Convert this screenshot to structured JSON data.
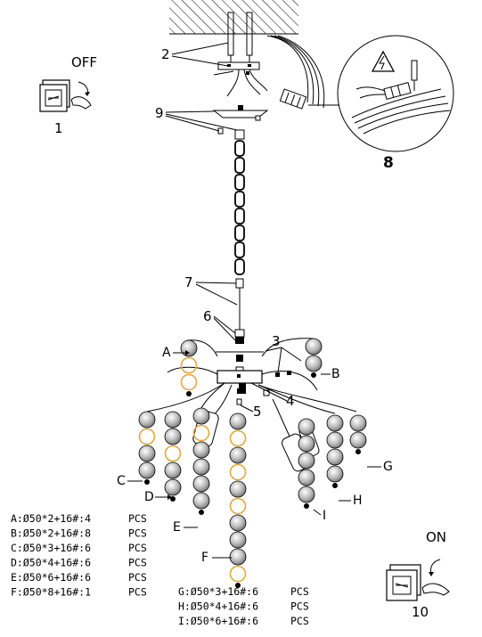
{
  "labels": {
    "off": "OFF",
    "on": "ON",
    "step1": "1",
    "step10": "10",
    "step8": "8",
    "n2": "2",
    "n9": "9",
    "n7": "7",
    "n6": "6",
    "n3": "3",
    "n4": "4",
    "n5": "5",
    "A": "A",
    "B": "B",
    "C": "C",
    "D": "D",
    "E": "E",
    "F": "F",
    "G": "G",
    "H": "H",
    "I": "I"
  },
  "specs_left": [
    {
      "text": "A:Ø50*2+16#:4",
      "unit": "PCS"
    },
    {
      "text": "B:Ø50*2+16#:8",
      "unit": "PCS"
    },
    {
      "text": "C:Ø50*3+16#:6",
      "unit": "PCS"
    },
    {
      "text": "D:Ø50*4+16#:6",
      "unit": "PCS"
    },
    {
      "text": "E:Ø50*6+16#:6",
      "unit": "PCS"
    },
    {
      "text": "F:Ø50*8+16#:1",
      "unit": "PCS"
    }
  ],
  "specs_right": [
    {
      "text": "G:Ø50*3+16#:6",
      "unit": "PCS"
    },
    {
      "text": "H:Ø50*4+16#:6",
      "unit": "PCS"
    },
    {
      "text": "I:Ø50*6+16#:6",
      "unit": "PCS"
    }
  ],
  "colors": {
    "line": "#000000",
    "ring": "#e3a93a",
    "crystal": "#9a9a9a"
  },
  "icons": [
    "wall-switch-off-icon",
    "wall-switch-on-icon",
    "electric-warning-icon",
    "screwdriver-icon"
  ]
}
